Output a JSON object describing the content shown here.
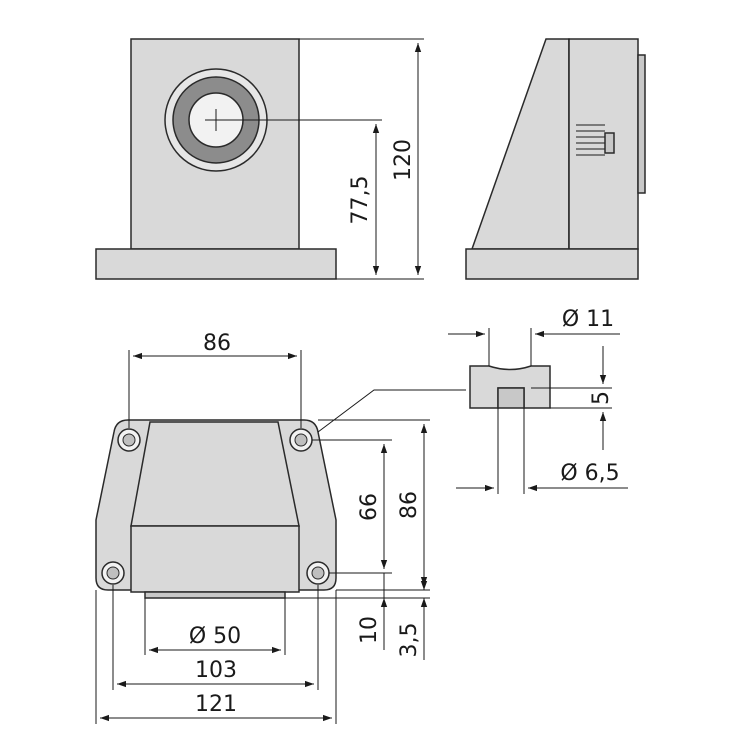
{
  "dimensions": {
    "front_height_center": "77,5",
    "front_height_total": "120",
    "top_width_holes": "86",
    "hole_outer_diameter": "Ø 11",
    "hole_depth": "5",
    "hole_inner_diameter": "Ø 6,5",
    "top_depth_holes": "66",
    "top_depth_total": "86",
    "base_offset_10": "10",
    "base_offset_3_5": "3,5",
    "magnet_diameter": "Ø 50",
    "hole_spacing_103": "103",
    "overall_width_121": "121"
  }
}
